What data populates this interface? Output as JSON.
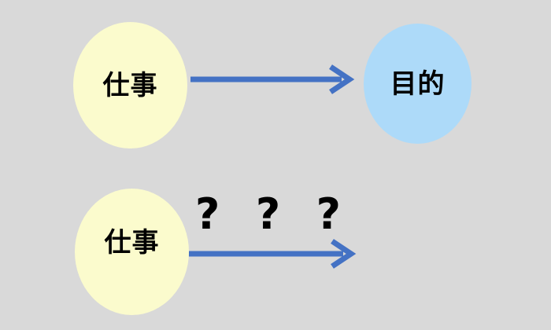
{
  "diagram": {
    "title": "work-purpose-comparison",
    "background_color": "#d9d9d9",
    "rows": [
      {
        "id": "row-with-purpose",
        "source": {
          "label": "仕事",
          "shape": "ellipse",
          "fill": "#fbfbcd",
          "text_color": "#000000"
        },
        "connector": {
          "type": "arrow",
          "direction": "right",
          "color": "#4472c4",
          "has_target": true
        },
        "target": {
          "label": "目的",
          "shape": "ellipse",
          "fill": "#addaf9",
          "text_color": "#000000"
        }
      },
      {
        "id": "row-without-purpose",
        "source": {
          "label": "仕事",
          "shape": "ellipse",
          "fill": "#fbfbcd",
          "text_color": "#000000"
        },
        "connector": {
          "type": "arrow",
          "direction": "right",
          "color": "#4472c4",
          "has_target": false
        },
        "annotation": {
          "marks": [
            "?",
            "?",
            "?"
          ],
          "color": "#000000"
        }
      }
    ]
  }
}
